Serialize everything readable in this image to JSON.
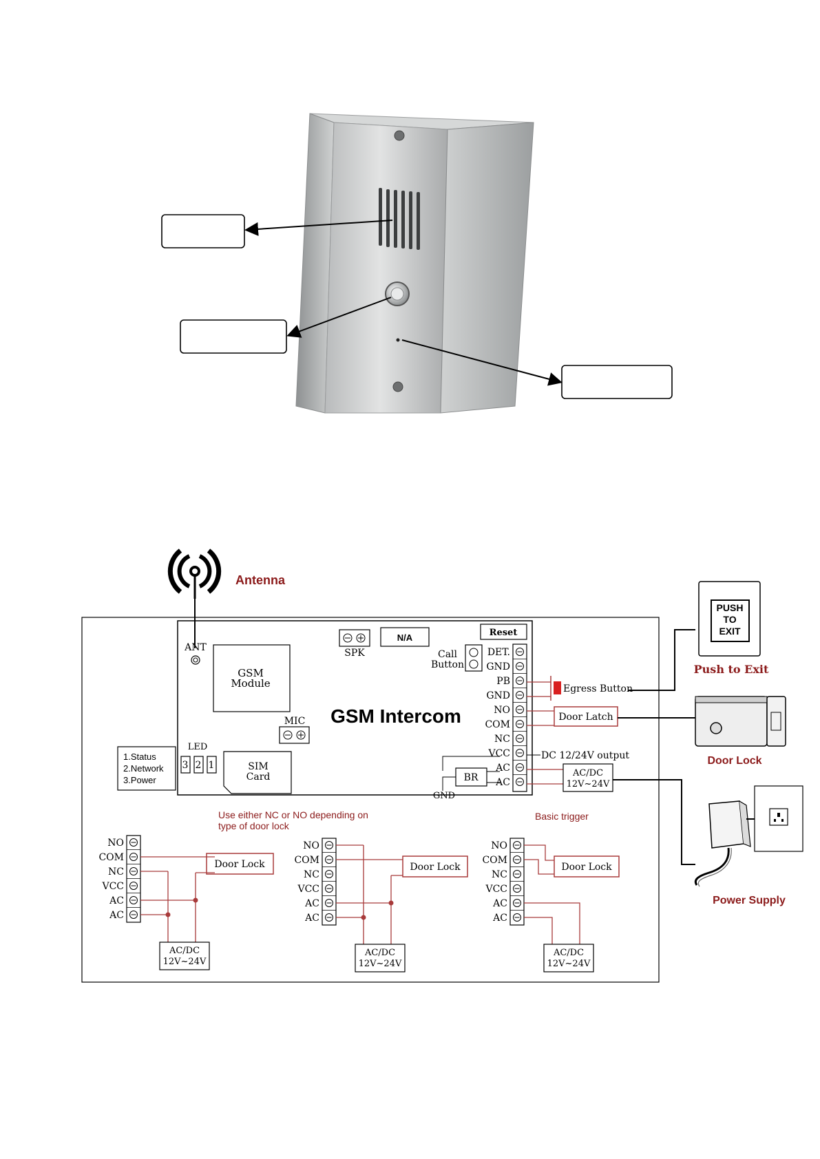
{
  "colors": {
    "wire": "#a83a3a",
    "accent_text": "#8b1a1a",
    "line": "#000000",
    "egress_red": "#d92020",
    "panel_metal": "#c8cacb"
  },
  "device_photo": {
    "callout_labels": [
      "",
      "",
      ""
    ]
  },
  "antenna": {
    "label": "Antenna"
  },
  "board": {
    "title": "GSM Intercom",
    "ant_label": "ANT",
    "gsm_module": [
      "GSM",
      "Module"
    ],
    "spk_label": "SPK",
    "na_label": "N/A",
    "reset_label": "Reset",
    "call_button": [
      "Call",
      "Button"
    ],
    "mic_label": "MIC",
    "led_label": "LED",
    "led_numbers": [
      "3",
      "2",
      "1"
    ],
    "sim_card": [
      "SIM",
      "Card"
    ],
    "br_label": "BR",
    "gnd_bottom": "GND",
    "terminals": [
      "DET.",
      "GND",
      "PB",
      "GND",
      "NO",
      "COM",
      "NC",
      "VCC",
      "AC",
      "AC"
    ]
  },
  "led_legend": [
    "1.Status",
    "2.Network",
    "3.Power"
  ],
  "connections": {
    "egress_button": "Egress Button",
    "door_latch": "Door Latch",
    "dc_output": "DC 12/24V output",
    "acdc_supply": [
      "AC/DC",
      "12V~24V"
    ]
  },
  "peripherals": {
    "push_to_exit_button": [
      "PUSH",
      "TO",
      "EXIT"
    ],
    "push_to_exit_caption": "Push to Exit",
    "door_lock_caption": "Door Lock",
    "power_supply_caption": "Power Supply"
  },
  "wiring_notes": {
    "note_left": [
      "Use either NC or NO depending on",
      "type of door lock"
    ],
    "note_right": "Basic trigger"
  },
  "wiring_examples": [
    {
      "terminals": [
        "NO",
        "COM",
        "NC",
        "VCC",
        "AC",
        "AC"
      ],
      "door_lock": "Door Lock",
      "supply": [
        "AC/DC",
        "12V~24V"
      ]
    },
    {
      "terminals": [
        "NO",
        "COM",
        "NC",
        "VCC",
        "AC",
        "AC"
      ],
      "door_lock": "Door Lock",
      "supply": [
        "AC/DC",
        "12V~24V"
      ]
    },
    {
      "terminals": [
        "NO",
        "COM",
        "NC",
        "VCC",
        "AC",
        "AC"
      ],
      "door_lock": "Door Lock",
      "supply": [
        "AC/DC",
        "12V~24V"
      ]
    }
  ]
}
